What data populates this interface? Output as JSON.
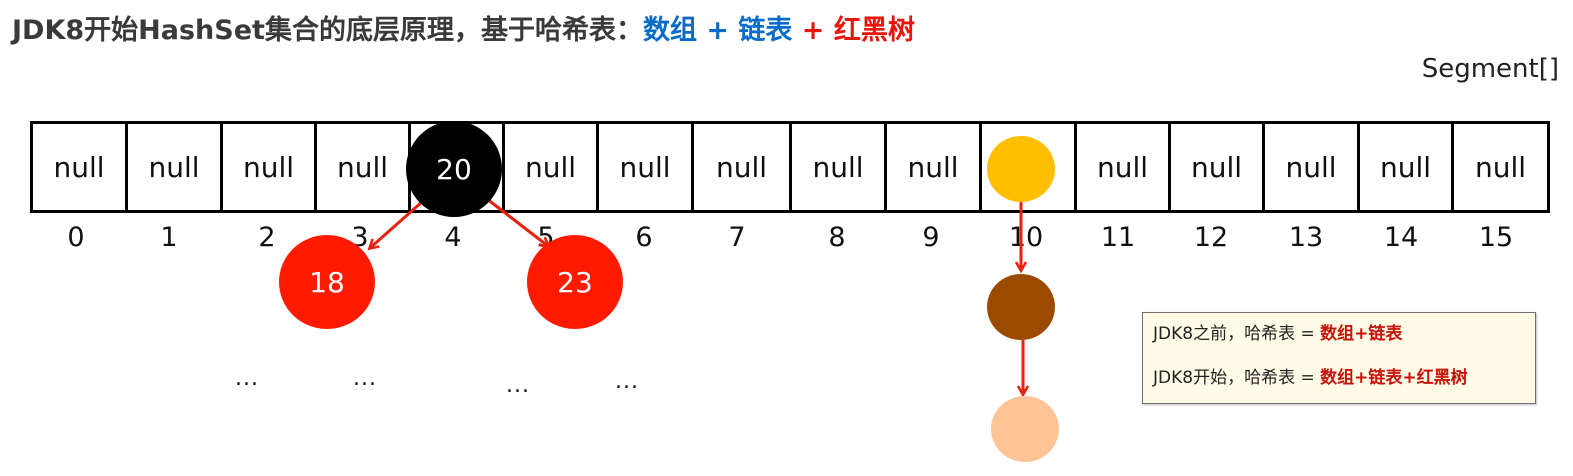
{
  "title": {
    "prefix": "JDK8开始HashSet集合的底层原理，基于哈希表：",
    "part_array": "数组",
    "plus1": " + ",
    "part_list": "链表",
    "plus2": " + ",
    "part_tree": "红黑树",
    "color_array": "#0a6cc9",
    "color_tree": "#e8150a"
  },
  "segment_label": "Segment[]",
  "cells": [
    "null",
    "null",
    "null",
    "null",
    "",
    "null",
    "null",
    "null",
    "null",
    "null",
    "",
    "null",
    "null",
    "null",
    "null",
    "null"
  ],
  "indices": [
    "0",
    "1",
    "2",
    "3",
    "4",
    "5",
    "6",
    "7",
    "8",
    "9",
    "10",
    "11",
    "12",
    "13",
    "14",
    "15"
  ],
  "tree": {
    "root": {
      "label": "20",
      "color": "#000000"
    },
    "left": {
      "label": "18",
      "color": "#ff1a00"
    },
    "right": {
      "label": "23",
      "color": "#ff1a00"
    }
  },
  "list_nodes": [
    {
      "color": "#ffbf00"
    },
    {
      "color": "#9b4a00"
    },
    {
      "color": "#ffc396"
    }
  ],
  "ellipses": [
    "...",
    "...",
    "...",
    "..."
  ],
  "arrow_color": "#e8220f",
  "note": {
    "line1_prefix": "JDK8之前，哈希表 = ",
    "line1_value": "数组+链表",
    "line2_prefix": "JDK8开始，哈希表 = ",
    "line2_value": "数组+链表+红黑树"
  }
}
